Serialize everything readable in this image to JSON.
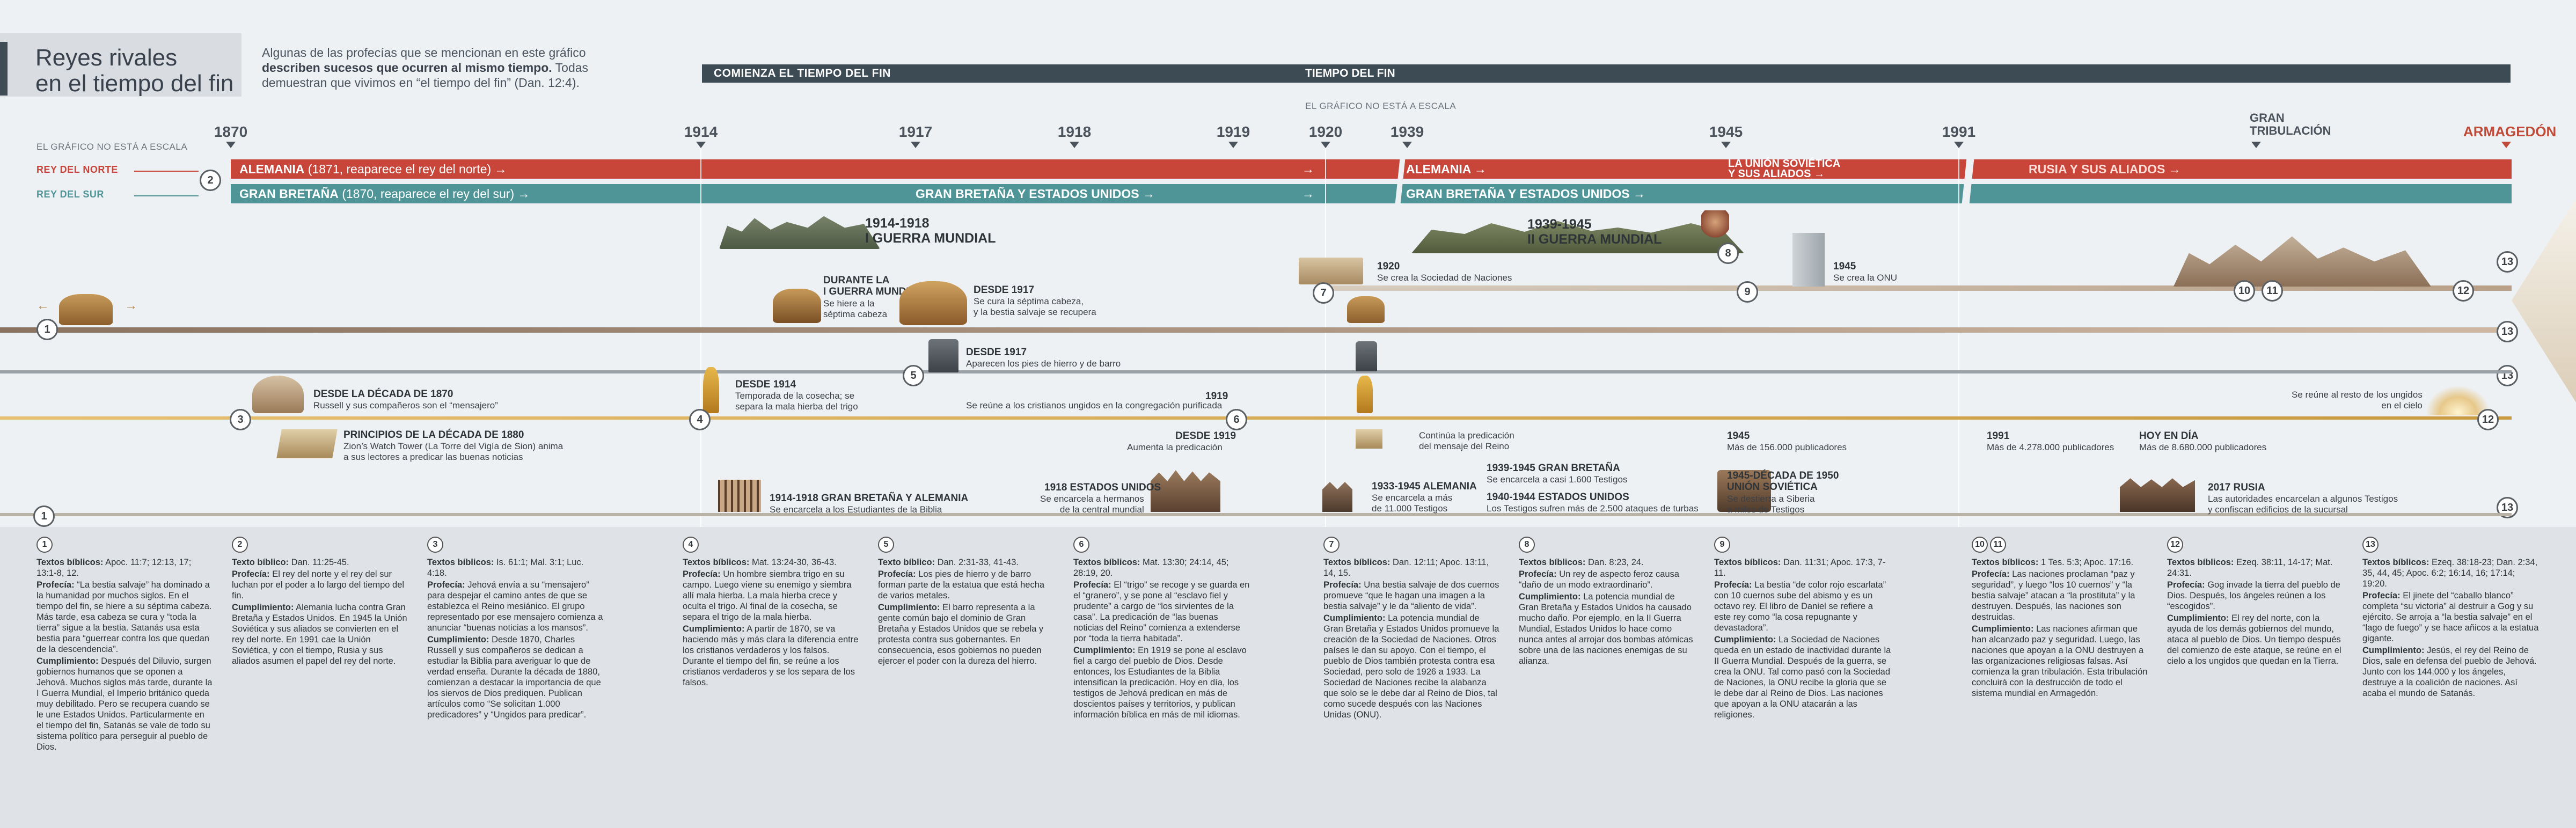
{
  "title": "Reyes rivales\nen el tiempo del fin",
  "intro": {
    "lead": "Algunas de las profecías que se mencionan en este gráfico ",
    "bold": "describen sucesos que ocurren al mismo tiempo.",
    "tail": " Todas demuestran que vivimos en “el tiempo del fin” (Dan. 12:4)."
  },
  "bands": {
    "comienza": "COMIENZA EL TIEMPO DEL FIN",
    "tiempo": "TIEMPO DEL FIN"
  },
  "no_escala_1": "EL GRÁFICO NO ESTÁ A ESCALA",
  "no_escala_2": "EL GRÁFICO NO ESTÁ A ESCALA",
  "years": [
    "1870",
    "1914",
    "1917",
    "1918",
    "1919",
    "1920",
    "1939",
    "1945",
    "1991"
  ],
  "gran_tribulacion": "GRAN\nTRIBULACIÓN",
  "armagedon": "ARMAGEDÓN",
  "rows": {
    "norte": "REY DEL NORTE",
    "sur": "REY DEL SUR"
  },
  "norte_bar": [
    {
      "bold": "ALEMANIA",
      "normal": " (1871, reaparece el rey del norte) →"
    },
    {
      "bold": "→",
      "normal": ""
    },
    {
      "bold": "ALEMANIA →",
      "normal": ""
    },
    {
      "bold": "LA UNIÓN SOVIÉTICA\nY SUS ALIADOS →",
      "normal": ""
    },
    {
      "bold": "RUSIA Y SUS ALIADOS →",
      "normal": ""
    }
  ],
  "sur_bar": [
    {
      "bold": "GRAN BRETAÑA",
      "normal": " (1870, reaparece el rey del sur) →"
    },
    {
      "bold": "GRAN BRETAÑA Y ESTADOS UNIDOS →",
      "normal": ""
    },
    {
      "bold": "→",
      "normal": ""
    },
    {
      "bold": "GRAN BRETAÑA Y ESTADOS UNIDOS →",
      "normal": ""
    }
  ],
  "wars": [
    "1914-1918\nI GUERRA MUNDIAL",
    "1939-1945\nII GUERRA MUNDIAL"
  ],
  "events": {
    "e7": {
      "t": "1920",
      "d": "Se crea la Sociedad de Naciones"
    },
    "e9": {
      "t": "1945",
      "d": "Se crea la ONU"
    },
    "guerra1": {
      "t": "DURANTE LA\nI GUERRA MUNDIAL",
      "d": "Se hiere a la\nséptima cabeza"
    },
    "desde1917a": {
      "t": "DESDE 1917",
      "d": "Se cura la séptima cabeza,\ny la bestia salvaje se recupera"
    },
    "desde1917b": {
      "t": "DESDE 1917",
      "d": "Aparecen los pies de hierro y de barro"
    },
    "desde1870": {
      "t": "DESDE LA DÉCADA DE 1870",
      "d": "Russell y sus compañeros son el “mensajero”"
    },
    "desde1914": {
      "t": "DESDE 1914",
      "d": "Temporada de la cosecha; se\nsepara la mala hierba del trigo"
    },
    "y1919": {
      "t": "1919",
      "d": "Se reúne a los cristianos ungidos en la congregación purificada"
    },
    "resto": {
      "t": "",
      "d": "Se reúne al resto de los ungidos\nen el cielo"
    },
    "principios": {
      "t": "PRINCIPIOS DE LA DÉCADA DE 1880",
      "d": "Zion’s Watch Tower (La Torre del Vigía de Sion) anima\na sus lectores a predicar las buenas noticias"
    },
    "desde1919": {
      "t": "DESDE 1919",
      "d": "Aumenta la predicación"
    },
    "continua": {
      "t": "",
      "d": "Continúa la predicación\ndel mensaje del Reino"
    },
    "p1945": {
      "t": "1945",
      "d": "Más de 156.000 publicadores"
    },
    "p1991": {
      "t": "1991",
      "d": "Más de 4.278.000 publicadores"
    },
    "hoy": {
      "t": "HOY EN DÍA",
      "d": "Más de 8.680.000 publicadores"
    },
    "e1914_1918": {
      "t": "1914-1918 GRAN BRETAÑA Y ALEMANIA",
      "d": "Se encarcela a los Estudiantes de la Biblia"
    },
    "e1918": {
      "t": "1918 ESTADOS UNIDOS",
      "d": "Se encarcela a hermanos\nde la central mundial"
    },
    "e1933": {
      "t": "1933-1945 ALEMANIA",
      "d": "Se encarcela a más\nde 11.000 Testigos"
    },
    "e1939": {
      "t": "1939-1945 GRAN BRETAÑA",
      "d": "Se encarcela a casi 1.600 Testigos"
    },
    "e1940": {
      "t": "1940-1944 ESTADOS UNIDOS",
      "d": "Los Testigos sufren más de 2.500 ataques de turbas"
    },
    "e1945": {
      "t": "1945-DÉCADA DE 1950\nUNIÓN SOVIÉTICA",
      "d": "Se destierra a Siberia\na miles de Testigos"
    },
    "e2017": {
      "t": "2017 RUSIA",
      "d": "Las autoridades encarcelan a algunos Testigos\ny confiscan edificios de la sucursal"
    }
  },
  "markers": [
    "1",
    "2",
    "3",
    "4",
    "5",
    "6",
    "7",
    "8",
    "9",
    "10",
    "11",
    "12",
    "13"
  ],
  "columns": [
    {
      "n": "1",
      "lines": [
        [
          "Textos bíblicos:",
          " Apoc. 11:7; 12:13, 17; 13:1-8, 12."
        ],
        [
          "Profecía:",
          " “La bestia salvaje” ha dominado a la humanidad por muchos siglos. En el tiempo del fin, se hiere a su séptima cabeza. Más tarde, esa cabeza se cura y “toda la tierra” sigue a la bestia. Satanás usa esta bestia para “guerrear contra los que quedan de la descendencia”."
        ],
        [
          "Cumplimiento:",
          " Después del Diluvio, surgen gobiernos humanos que se oponen a Jehová. Muchos siglos más tarde, durante la I Guerra Mundial, el Imperio británico queda muy debilitado. Pero se recupera cuando se le une Estados Unidos. Particularmente en el tiempo del fin, Satanás se vale de todo su sistema político para perseguir al pueblo de Dios."
        ]
      ]
    },
    {
      "n": "2",
      "lines": [
        [
          "Texto bíblico:",
          " Dan. 11:25-45."
        ],
        [
          "Profecía:",
          " El rey del norte y el rey del sur luchan por el poder a lo largo del tiempo del fin."
        ],
        [
          "Cumplimiento:",
          " Alemania lucha contra Gran Bretaña y Estados Unidos. En 1945 la Unión Soviética y sus aliados se convierten en el rey del norte. En 1991 cae la Unión Soviética, y con el tiempo, Rusia y sus aliados asumen el papel del rey del norte."
        ]
      ]
    },
    {
      "n": "3",
      "lines": [
        [
          "Textos bíblicos:",
          " Is. 61:1; Mal. 3:1; Luc. 4:18."
        ],
        [
          "Profecía:",
          " Jehová envía a su “mensajero” para despejar el camino antes de que se establezca el Reino mesiánico. El grupo representado por ese mensajero comienza a anunciar “buenas noticias a los mansos”."
        ],
        [
          "Cumplimiento:",
          " Desde 1870, Charles Russell y sus compañeros se dedican a estudiar la Biblia para averiguar lo que de verdad enseña. Durante la década de 1880, comienzan a destacar la importancia de que los siervos de Dios prediquen. Publican artículos como “Se solicitan 1.000 predicadores” y “Ungidos para predicar”."
        ]
      ]
    },
    {
      "n": "4",
      "lines": [
        [
          "Textos bíblicos:",
          " Mat. 13:24-30, 36-43."
        ],
        [
          "Profecía:",
          " Un hombre siembra trigo en su campo. Luego viene su enemigo y siembra allí mala hierba. La mala hierba crece y oculta el trigo. Al final de la cosecha, se separa el trigo de la mala hierba."
        ],
        [
          "Cumplimiento:",
          " A partir de 1870, se va haciendo más y más clara la diferencia entre los cristianos verdaderos y los falsos. Durante el tiempo del fin, se reúne a los cristianos verdaderos y se los separa de los falsos."
        ]
      ]
    },
    {
      "n": "5",
      "lines": [
        [
          "Texto bíblico:",
          " Dan. 2:31-33, 41-43."
        ],
        [
          "Profecía:",
          " Los pies de hierro y de barro forman parte de la estatua que está hecha de varios metales."
        ],
        [
          "Cumplimiento:",
          " El barro representa a la gente común bajo el dominio de Gran Bretaña y Estados Unidos que se rebela y protesta contra sus gobernantes. En consecuencia, esos gobiernos no pueden ejercer el poder con la dureza del hierro."
        ]
      ]
    },
    {
      "n": "6",
      "lines": [
        [
          "Textos bíblicos:",
          " Mat. 13:30; 24:14, 45; 28:19, 20."
        ],
        [
          "Profecía:",
          " El “trigo” se recoge y se guarda en el “granero”, y se pone al “esclavo fiel y prudente” a cargo de “los sirvientes de la casa”. La predicación de “las buenas noticias del Reino” comienza a extenderse por “toda la tierra habitada”."
        ],
        [
          "Cumplimiento:",
          " En 1919 se pone al esclavo fiel a cargo del pueblo de Dios. Desde entonces, los Estudiantes de la Biblia intensifican la predicación. Hoy en día, los testigos de Jehová predican en más de doscientos países y territorios, y publican información bíblica en más de mil idiomas."
        ]
      ]
    },
    {
      "n": "7",
      "lines": [
        [
          "Textos bíblicos:",
          " Dan. 12:11; Apoc. 13:11, 14, 15."
        ],
        [
          "Profecía:",
          " Una bestia salvaje de dos cuernos promueve “que le hagan una imagen a la bestia salvaje” y le da “aliento de vida”."
        ],
        [
          "Cumplimiento:",
          " La potencia mundial de Gran Bretaña y Estados Unidos promueve la creación de la Sociedad de Naciones. Otros países le dan su apoyo. Con el tiempo, el pueblo de Dios también protesta contra esa Sociedad, pero solo de 1926 a 1933. La Sociedad de Naciones recibe la alabanza que solo se le debe dar al Reino de Dios, tal como sucede después con las Naciones Unidas (ONU)."
        ]
      ]
    },
    {
      "n": "8",
      "lines": [
        [
          "Textos bíblicos:",
          " Dan. 8:23, 24."
        ],
        [
          "Profecía:",
          " Un rey de aspecto feroz causa “daño de un modo extraordinario”."
        ],
        [
          "Cumplimiento:",
          " La potencia mundial de Gran Bretaña y Estados Unidos ha causado mucho daño. Por ejemplo, en la II Guerra Mundial, Estados Unidos lo hace como nunca antes al arrojar dos bombas atómicas sobre una de las naciones enemigas de su alianza."
        ]
      ]
    },
    {
      "n": "9",
      "lines": [
        [
          "Textos bíblicos:",
          " Dan. 11:31; Apoc. 17:3, 7-11."
        ],
        [
          "Profecía:",
          " La bestia “de color rojo escarlata” con 10 cuernos sube del abismo y es un octavo rey. El libro de Daniel se refiere a este rey como “la cosa repugnante y devastadora”."
        ],
        [
          "Cumplimiento:",
          " La Sociedad de Naciones queda en un estado de inactividad durante la II Guerra Mundial. Después de la guerra, se crea la ONU. Tal como pasó con la Sociedad de Naciones, la ONU recibe la gloria que se le debe dar al Reino de Dios. Las naciones que apoyan a la ONU atacarán a las religiones."
        ]
      ]
    },
    {
      "n": "10 11",
      "lines": [
        [
          "Textos bíblicos:",
          " 1 Tes. 5:3; Apoc. 17:16."
        ],
        [
          "Profecía:",
          " Las naciones proclaman “paz y seguridad”, y luego “los 10 cuernos” y “la bestia salvaje” atacan a “la prostituta” y la destruyen. Después, las naciones son destruidas."
        ],
        [
          "Cumplimiento:",
          " Las naciones afirman que han alcanzado paz y seguridad. Luego, las naciones que apoyan a la ONU destruyen a las organizaciones religiosas falsas. Así comienza la gran tribulación. Esta tribulación concluirá con la destrucción de todo el sistema mundial en Armagedón."
        ]
      ]
    },
    {
      "n": "12",
      "lines": [
        [
          "Textos bíblicos:",
          " Ezeq. 38:11, 14-17; Mat. 24:31."
        ],
        [
          "Profecía:",
          " Gog invade la tierra del pueblo de Dios. Después, los ángeles reúnen a los “escogidos”."
        ],
        [
          "Cumplimiento:",
          " El rey del norte, con la ayuda de los demás gobiernos del mundo, ataca al pueblo de Dios. Un tiempo después del comienzo de este ataque, se reúne en el cielo a los ungidos que quedan en la Tierra."
        ]
      ]
    },
    {
      "n": "13",
      "lines": [
        [
          "Textos bíblicos:",
          " Ezeq. 38:18-23; Dan. 2:34, 35, 44, 45; Apoc. 6:2; 16:14, 16; 17:14; 19:20."
        ],
        [
          "Profecía:",
          " El jinete del “caballo blanco” completa “su victoria” al destruir a Gog y su ejército. Se arroja a “la bestia salvaje” en el “lago de fuego” y se hace añicos a la estatua gigante."
        ],
        [
          "Cumplimiento:",
          " Jesús, el rey del Reino de Dios, sale en defensa del pueblo de Jehová. Junto con los 144.000 y los ángeles, destruye a la coalición de naciones. Así acaba el mundo de Satanás."
        ]
      ]
    }
  ]
}
